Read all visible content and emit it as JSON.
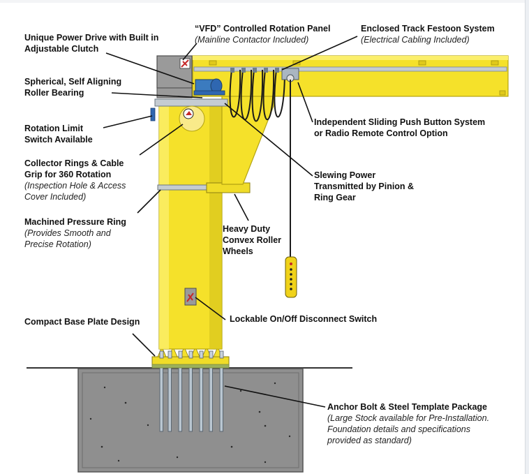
{
  "labels": {
    "power_drive": {
      "l1": "Unique Power Drive with Built in",
      "l2": "Adjustable Clutch"
    },
    "vfd": {
      "title": "“VFD” Controlled Rotation Panel",
      "sub": "(Mainline Contactor Included)"
    },
    "festoon": {
      "title": "Enclosed Track Festoon System",
      "sub": "(Electrical Cabling Included)"
    },
    "bearing": {
      "l1": "Spherical, Self Aligning",
      "l2": "Roller Bearing"
    },
    "push_button": {
      "l1": "Independent Sliding Push Button System",
      "l2": "or Radio Remote Control Option"
    },
    "rotation_limit": {
      "l1": "Rotation Limit",
      "l2": "Switch Available"
    },
    "collector": {
      "l1": "Collector Rings & Cable",
      "l2": "Grip for 360 Rotation",
      "s1": "(Inspection Hole & Access",
      "s2": "Cover Included)"
    },
    "slewing": {
      "l1": "Slewing Power",
      "l2": "Transmitted by Pinion &",
      "l3": "Ring Gear"
    },
    "pressure_ring": {
      "l1": "Machined Pressure Ring",
      "s1": "(Provides Smooth and",
      "s2": "Precise Rotation)"
    },
    "roller_wheels": {
      "l1": "Heavy Duty",
      "l2": "Convex Roller",
      "l3": "Wheels"
    },
    "base_plate": {
      "l1": "Compact Base Plate Design"
    },
    "disconnect": {
      "l1": "Lockable On/Off Disconnect Switch"
    },
    "anchor": {
      "l1": "Anchor Bolt & Steel Template Package",
      "s1": "(Large Stock available for Pre-Installation.",
      "s2": "Foundation details and specifications",
      "s3": "provided as standard)"
    }
  },
  "colors": {
    "crane_yellow": "#f5e12a",
    "crane_shadow": "#d9c61c",
    "concrete": "#8f8f8f",
    "steel": "#9aa7b3",
    "panel_grey": "#9a9a9a",
    "warning_red": "#c62828"
  }
}
